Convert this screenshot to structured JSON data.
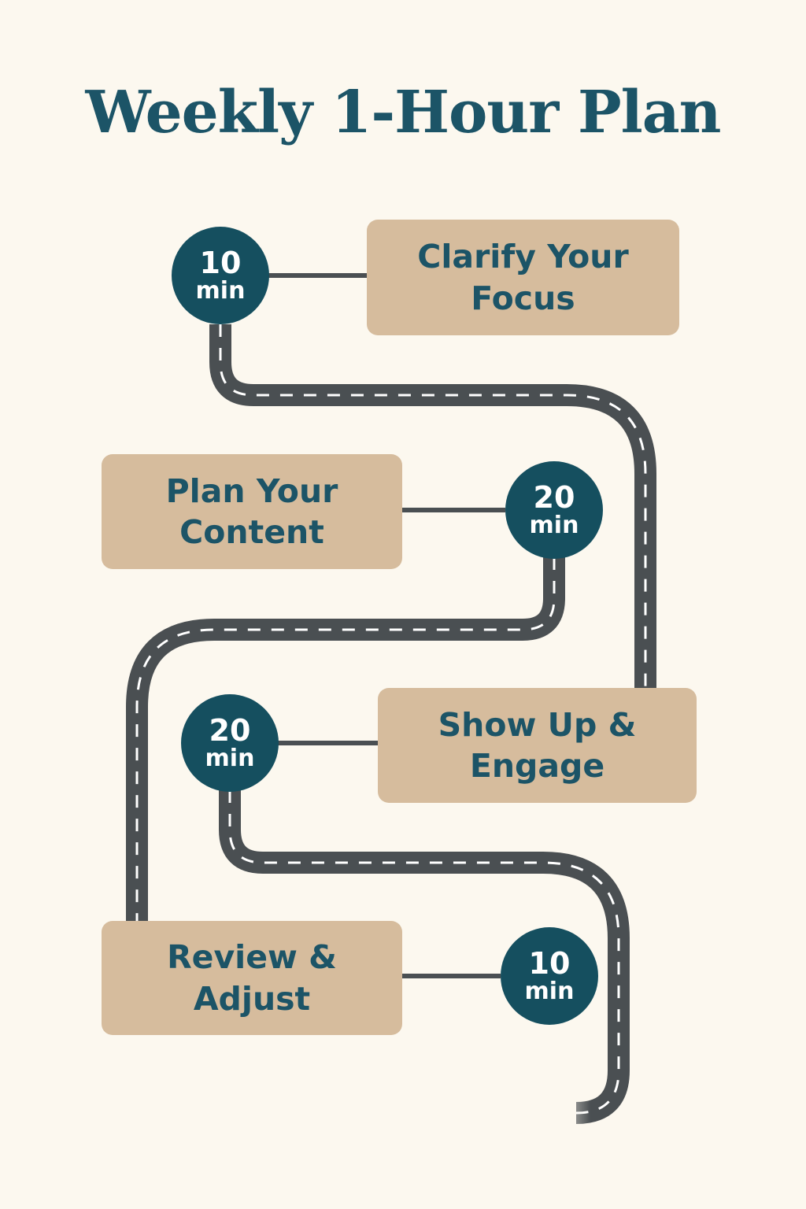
{
  "title": "Weekly 1-Hour Plan",
  "colors": {
    "background": "#fcf8ef",
    "title": "#1c5467",
    "box_fill": "#d6bc9d",
    "box_text": "#1c5467",
    "circle_fill": "#154f5f",
    "circle_text": "#ffffff",
    "road": "#4a4f52",
    "road_dash": "#ffffff",
    "connector": "#4a4f52"
  },
  "steps": [
    {
      "label": "Clarify Your\nFocus",
      "duration": "10",
      "unit": "min"
    },
    {
      "label": "Plan Your\nContent",
      "duration": "20",
      "unit": "min"
    },
    {
      "label": "Show Up &\nEngage",
      "duration": "20",
      "unit": "min"
    },
    {
      "label": "Review &\nAdjust",
      "duration": "10",
      "unit": "min"
    }
  ]
}
